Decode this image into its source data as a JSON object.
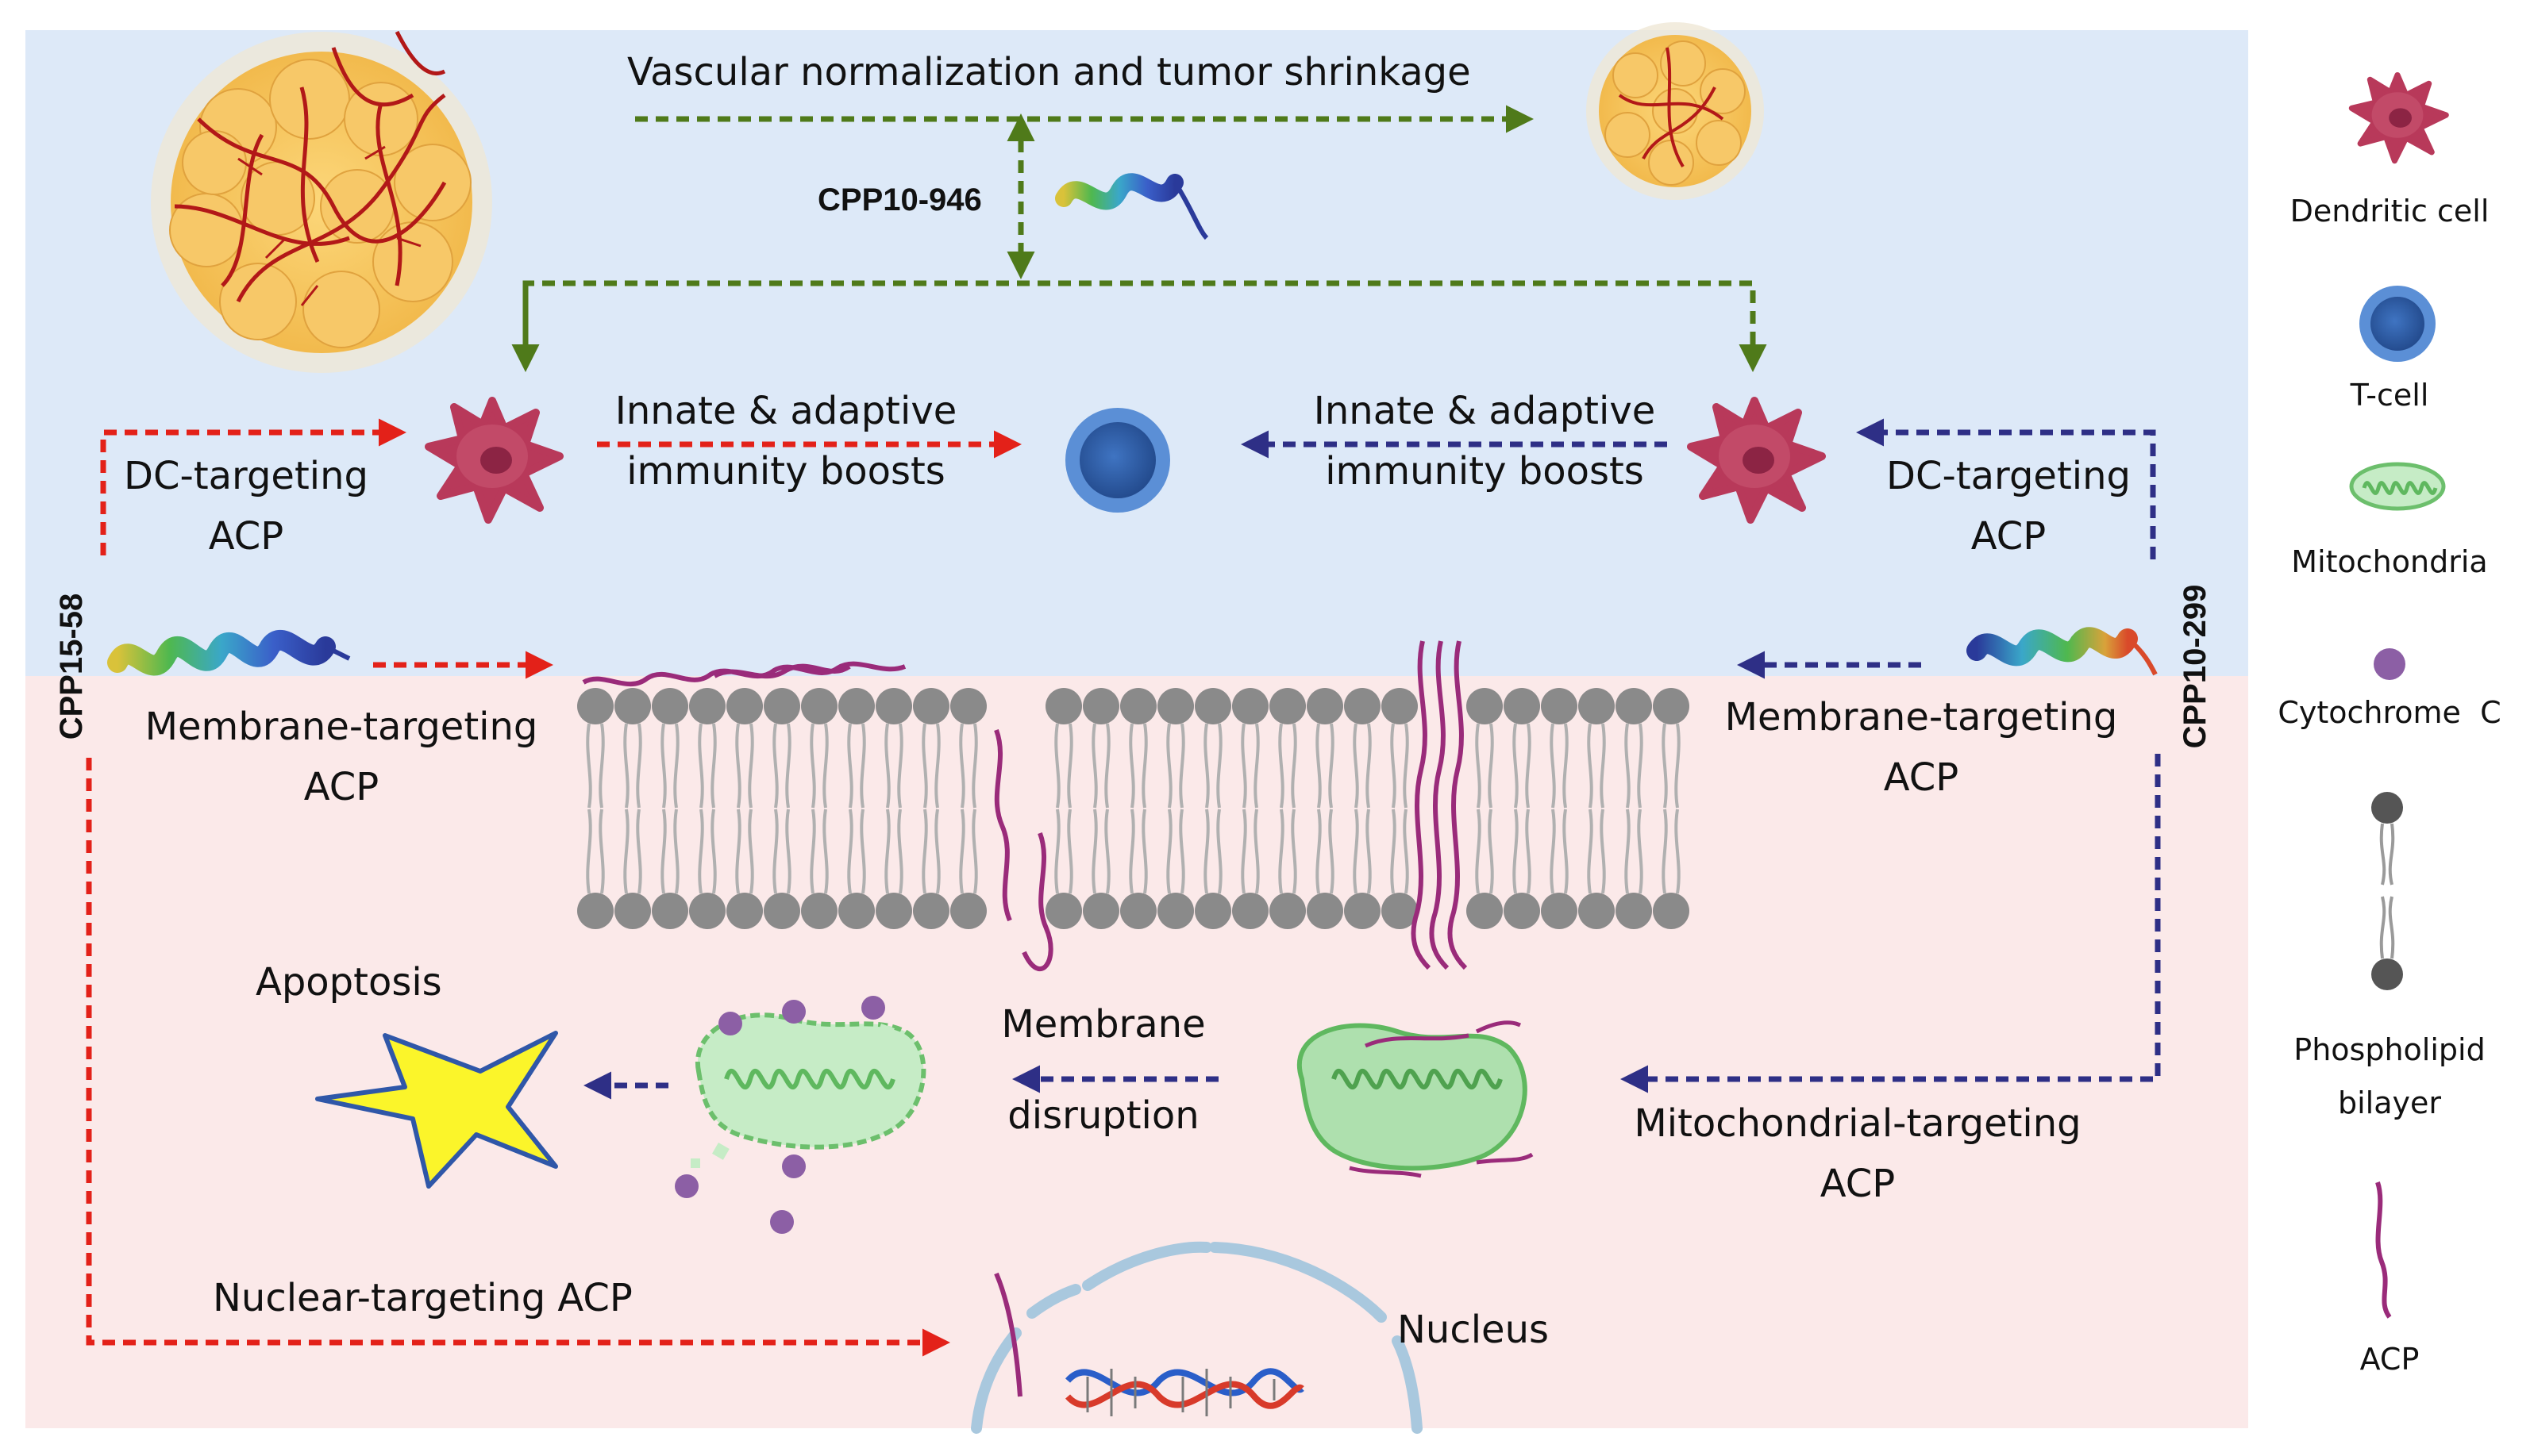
{
  "colors": {
    "top_panel": "#dde9f8",
    "bottom_panel": "#fbe9e9",
    "left_arrow_red": "#e32119",
    "right_arrow_navy": "#2e2f86",
    "top_arrow_green": "#4f7a1a",
    "dendritic_cell": "#b8395a",
    "t_cell": "#2e5da8",
    "mitochondria": "#86d086",
    "cytochrome_c": "#8c5fa5",
    "phospholipid": "#7f7f7f",
    "acp": "#9a2b7a",
    "apoptosis_star": "#fbf52a"
  },
  "top": {
    "vascular_label": "Vascular normalization and tumor shrinkage",
    "cpp_center": "CPP10-946"
  },
  "left_path": {
    "cpp_label": "CPP15-58",
    "dc_label_1": "DC-targeting",
    "dc_label_2": "ACP",
    "immunity_1": "Innate & adaptive",
    "immunity_2": "immunity boosts",
    "membrane_1": "Membrane-targeting",
    "membrane_2": "ACP",
    "nuclear": "Nuclear-targeting ACP"
  },
  "right_path": {
    "cpp_label": "CPP10-299",
    "dc_label_1": "DC-targeting",
    "dc_label_2": "ACP",
    "immunity_1": "Innate & adaptive",
    "immunity_2": "immunity boosts",
    "membrane_1": "Membrane-targeting",
    "membrane_2": "ACP",
    "mito_1": "Mitochondrial-targeting",
    "mito_2": "ACP"
  },
  "middle": {
    "apoptosis": "Apoptosis",
    "membrane_disruption_1": "Membrane",
    "membrane_disruption_2": "disruption",
    "nucleus": "Nucleus"
  },
  "legend": {
    "items": [
      {
        "label": "Dendritic cell",
        "icon": "dendritic-cell-icon"
      },
      {
        "label": "T-cell",
        "icon": "t-cell-icon"
      },
      {
        "label": "Mitochondria",
        "icon": "mitochondria-icon"
      },
      {
        "label": "Cytochrome  C",
        "icon": "cytochrome-c-icon"
      },
      {
        "label_1": "Phospholipid",
        "label_2": "bilayer",
        "icon": "phospholipid-icon"
      },
      {
        "label": "ACP",
        "icon": "acp-icon"
      }
    ]
  }
}
